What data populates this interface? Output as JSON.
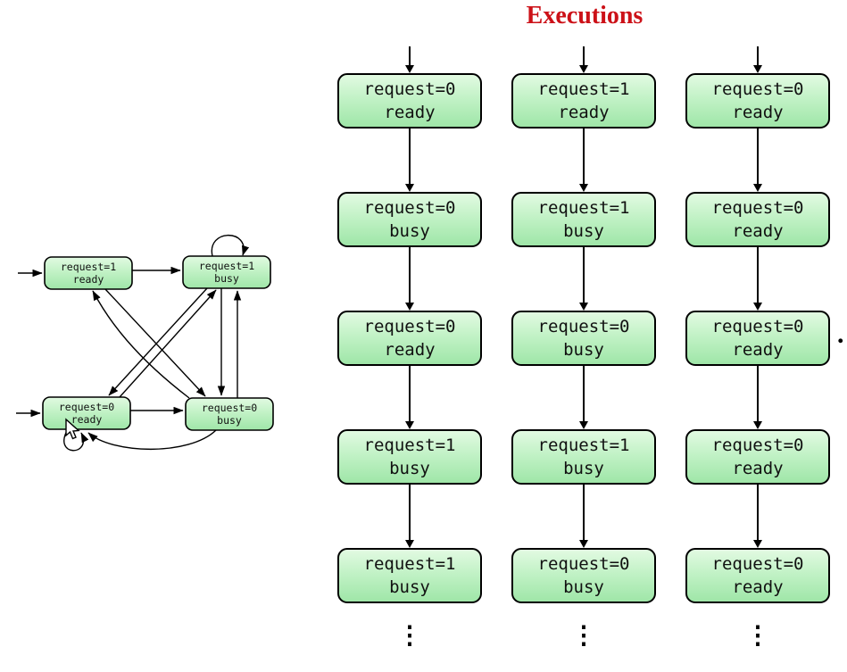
{
  "title": "Executions",
  "title_color": "#cc1118",
  "colors": {
    "box_fill_top": "#e2fae2",
    "box_fill_bottom": "#9fe6a8",
    "box_border": "#000000"
  },
  "state_machine": {
    "states": [
      {
        "id": "ready1",
        "line1": "request=1",
        "line2": "ready"
      },
      {
        "id": "busy1",
        "line1": "request=1",
        "line2": "busy"
      },
      {
        "id": "ready0",
        "line1": "request=0",
        "line2": "ready"
      },
      {
        "id": "busy0",
        "line1": "request=0",
        "line2": "busy"
      }
    ]
  },
  "executions": {
    "columns": [
      {
        "steps": [
          [
            "request=0",
            "ready"
          ],
          [
            "request=0",
            "busy"
          ],
          [
            "request=0",
            "ready"
          ],
          [
            "request=1",
            "busy"
          ],
          [
            "request=1",
            "busy"
          ]
        ]
      },
      {
        "steps": [
          [
            "request=1",
            "ready"
          ],
          [
            "request=1",
            "busy"
          ],
          [
            "request=0",
            "busy"
          ],
          [
            "request=1",
            "busy"
          ],
          [
            "request=0",
            "busy"
          ]
        ]
      },
      {
        "steps": [
          [
            "request=0",
            "ready"
          ],
          [
            "request=0",
            "ready"
          ],
          [
            "request=0",
            "ready"
          ],
          [
            "request=0",
            "ready"
          ],
          [
            "request=0",
            "ready"
          ]
        ]
      }
    ],
    "ellipsis": "⋮",
    "continuation_dot": "."
  }
}
